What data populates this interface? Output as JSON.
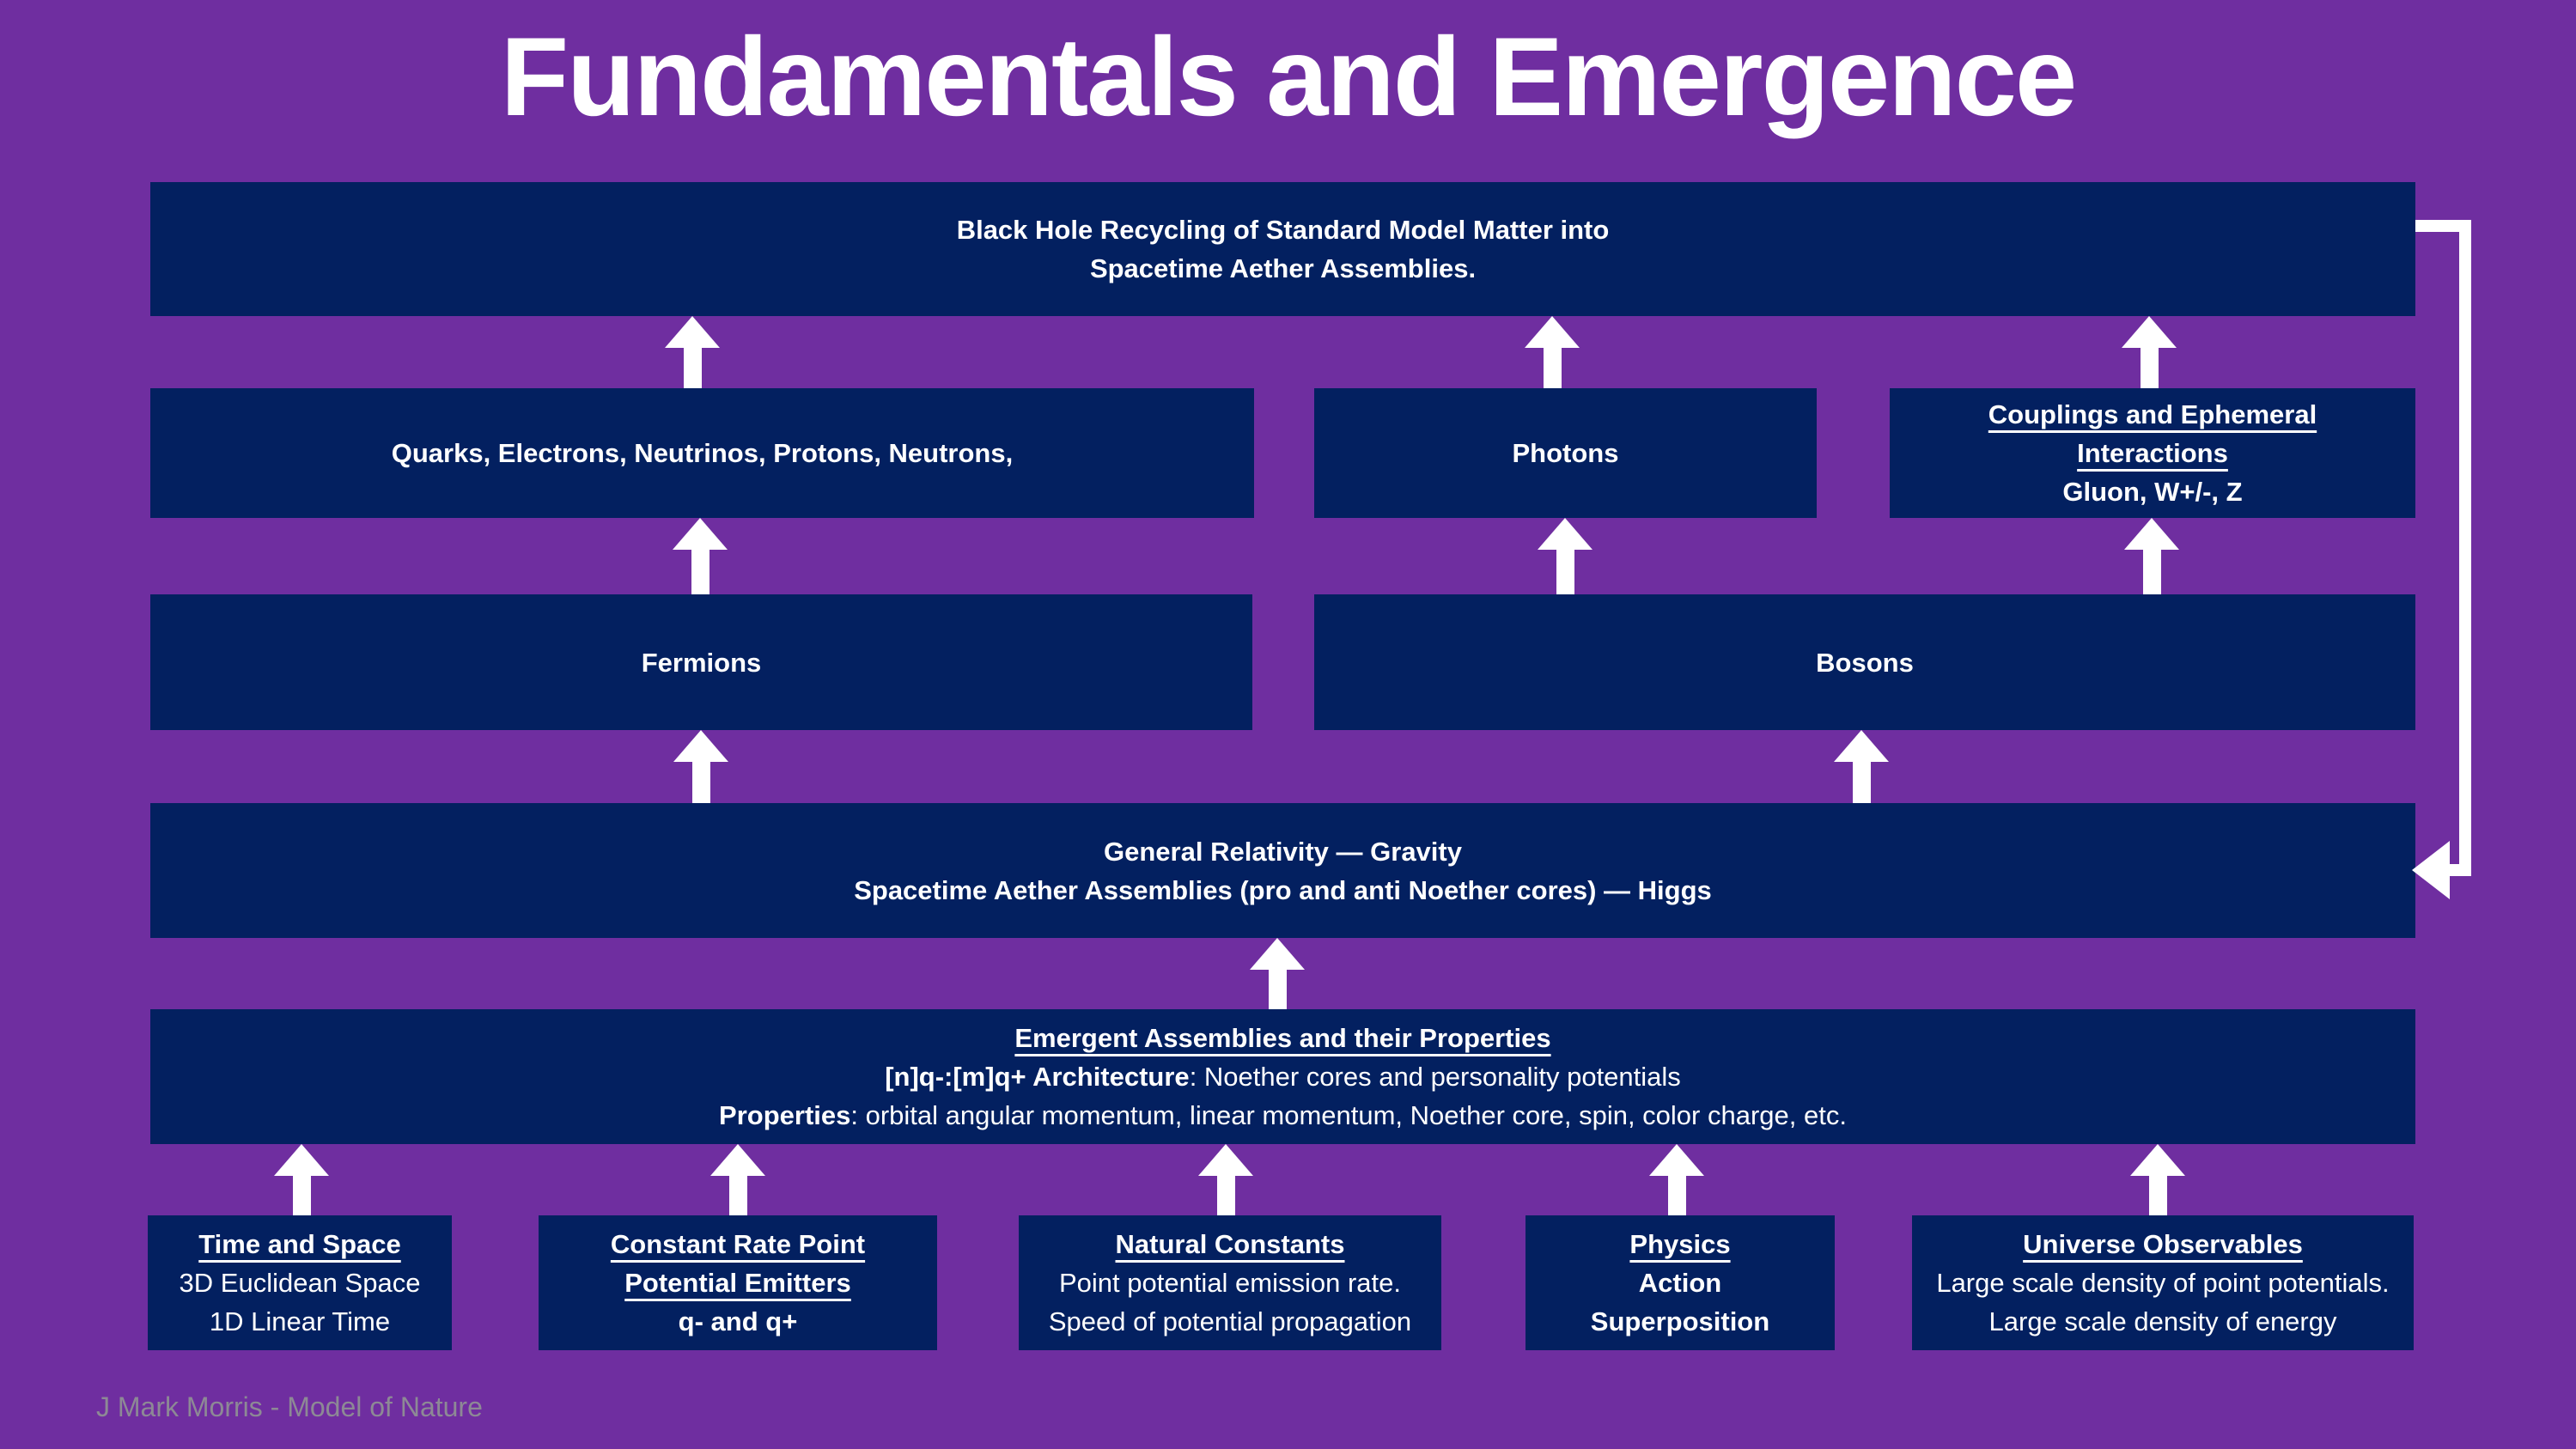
{
  "page": {
    "title": "Fundamentals and Emergence",
    "credit": "J Mark Morris - Model of Nature"
  },
  "colors": {
    "background": "#6F2EA0",
    "box_fill": "#032060",
    "text": "#FFFFFF",
    "arrow": "#FFFFFF",
    "credit_text": "#8D8995"
  },
  "icons": {
    "up_arrow": "▲",
    "feedback_arrow": "◄"
  },
  "boxes": {
    "black_hole": {
      "line1": "Black Hole Recycling of Standard Model Matter into",
      "line2": "Spacetime Aether Assemblies."
    },
    "quarks": {
      "label": "Quarks, Electrons, Neutrinos, Protons, Neutrons,"
    },
    "photons": {
      "label": "Photons"
    },
    "couplings": {
      "title": "Couplings and Ephemeral Interactions",
      "subtitle": "Gluon, W+/-, Z"
    },
    "fermions": {
      "label": "Fermions"
    },
    "bosons": {
      "label": "Bosons"
    },
    "general_relativity": {
      "line1": "General Relativity — Gravity",
      "line2": "Spacetime Aether Assemblies  (pro and anti Noether cores) — Higgs"
    },
    "emergent": {
      "title": "Emergent Assemblies and their Properties",
      "architecture_label": "[n]q-:[m]q+ Architecture",
      "architecture_rest": ": Noether cores and personality potentials",
      "properties_label": "Properties",
      "properties_rest": ": orbital  angular momentum, linear momentum, Noether core, spin, color charge, etc."
    }
  },
  "foundations": [
    {
      "title": "Time and Space",
      "lines": [
        "3D Euclidean Space",
        "1D Linear Time"
      ]
    },
    {
      "title": "Constant Rate Point Potential Emitters",
      "lines": [
        "q- and q+"
      ]
    },
    {
      "title": "Natural Constants",
      "lines": [
        "Point potential emission rate.",
        "Speed of potential propagation"
      ]
    },
    {
      "title": "Physics",
      "lines": [
        "Action",
        "Superposition"
      ]
    },
    {
      "title": "Universe Observables",
      "lines": [
        "Large scale density of point potentials.",
        "Large scale density of energy"
      ]
    }
  ]
}
